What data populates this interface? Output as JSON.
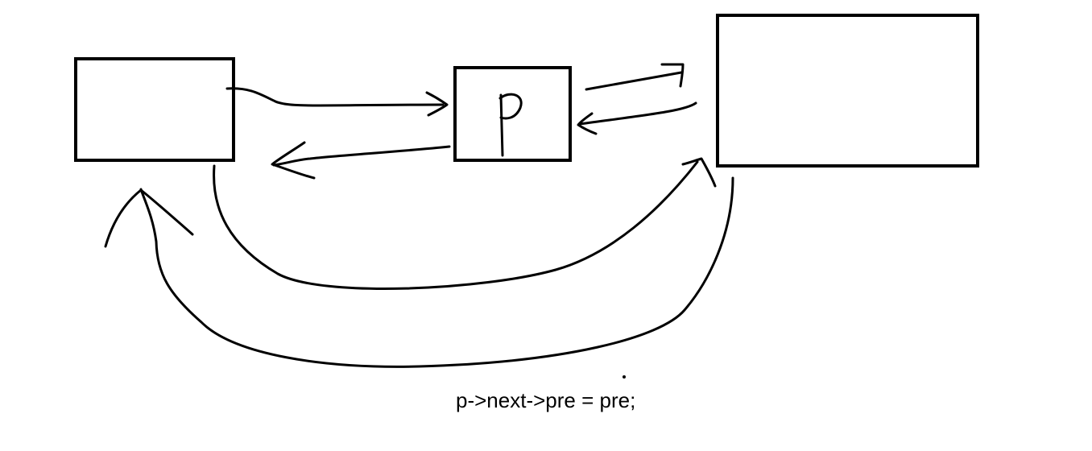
{
  "diagram": {
    "nodes": [
      {
        "id": "pre",
        "label": ""
      },
      {
        "id": "p",
        "label": "p"
      },
      {
        "id": "next",
        "label": ""
      }
    ],
    "links": [
      {
        "from": "pre",
        "to": "p",
        "kind": "next"
      },
      {
        "from": "p",
        "to": "pre",
        "kind": "pre"
      },
      {
        "from": "p",
        "to": "next",
        "kind": "next"
      },
      {
        "from": "next",
        "to": "p",
        "kind": "pre"
      },
      {
        "from": "pre",
        "to": "next",
        "kind": "curved"
      },
      {
        "from": "next",
        "to": "pre",
        "kind": "curved"
      }
    ],
    "caption": "p->next->pre = pre;",
    "stroke_color": "#000000",
    "background_color": "#ffffff"
  }
}
